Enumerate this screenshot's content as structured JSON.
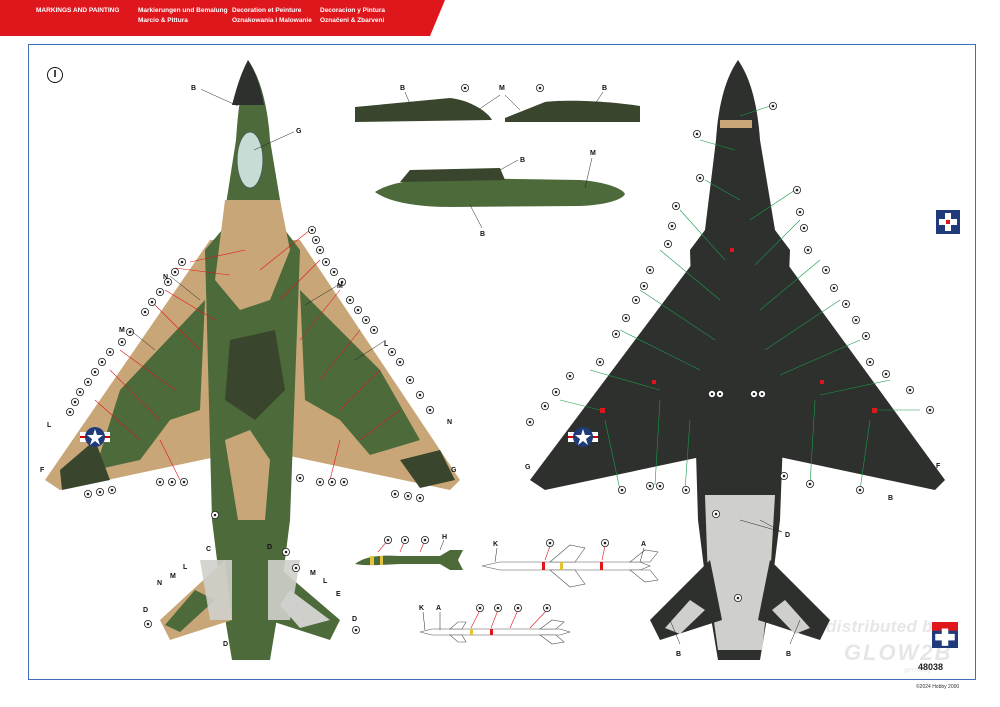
{
  "header": {
    "col1_row1": "MARKINGS AND PAINTING",
    "col2_row1": "Markierungen und Bemalung",
    "col2_row2": "Marcio & Pittura",
    "col3_row1": "Decoration et Peinture",
    "col3_row2": "Oznakowania i Malowanie",
    "col4_row1": "Decoracion y Pintura",
    "col4_row2": "Označeni & Zbarveni",
    "band_color": "#e0161d"
  },
  "scheme_mark": "I",
  "colors": {
    "camo_tan": "#c9a677",
    "camo_green": "#4c6a3a",
    "camo_dark_green": "#39462d",
    "underside_black": "#2d302c",
    "light_grey": "#cfd0cc",
    "leader_red": "#e0161d",
    "leader_green": "#1a9a4a",
    "frame_blue": "#3f6fb8"
  },
  "letters": {
    "a": "A",
    "b": "B",
    "c": "C",
    "d": "D",
    "e": "E",
    "f": "F",
    "g": "G",
    "h": "H",
    "k": "K",
    "l": "L",
    "m": "M",
    "n": "N"
  },
  "footer": {
    "kit_code": "48038",
    "copyright": "©2024 Hobby 2000"
  },
  "watermark": {
    "line1": "distributed by",
    "line2": "GLOW2B",
    "line3": "germany"
  },
  "icons": [
    "hobby2000-logo-icon",
    "roundel-icon"
  ]
}
